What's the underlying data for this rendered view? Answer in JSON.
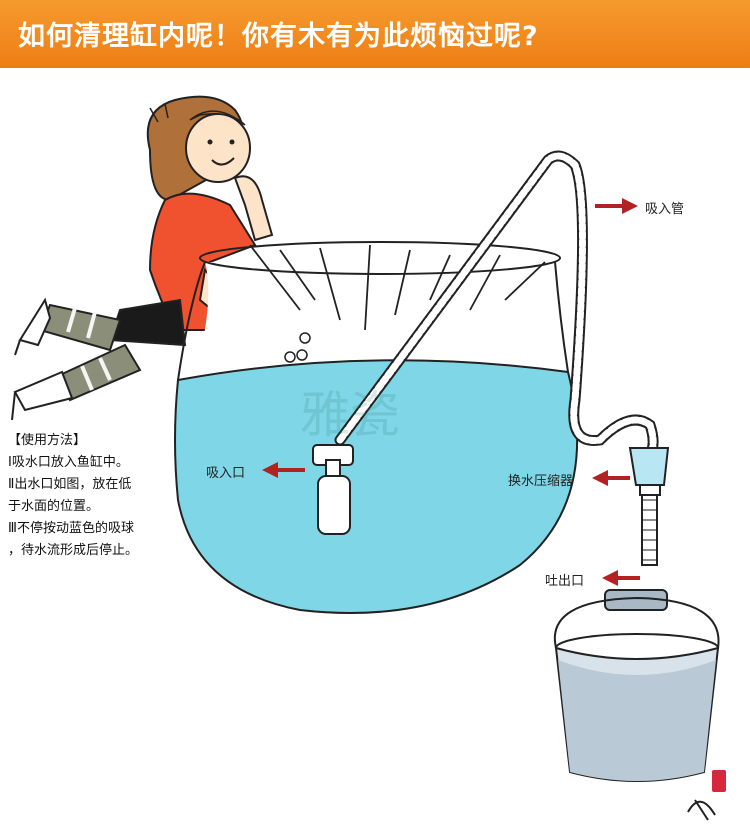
{
  "banner": {
    "title": "如何清理缸内呢！你有木有为此烦恼过呢?",
    "color": "#f08a1c"
  },
  "labels": {
    "intake_tube": "吸入管",
    "intake_port": "吸入口",
    "pressure_compressor": "换水压缩器",
    "outlet_port": "吐出口"
  },
  "instructions": {
    "heading": "【使用方法】",
    "steps": [
      "Ⅰ吸水口放入鱼缸中。",
      "Ⅱ出水口如图，放在低",
      "于水面的位置。",
      "Ⅲ不停按动蓝色的吸球",
      "，待水流形成后停止。"
    ]
  },
  "colors": {
    "water": "#7fd6e6",
    "arrow": "#b22222",
    "bucket": "#d8e2ea",
    "shirt": "#f0512e"
  },
  "icons": [
    "watermark-logo",
    "stamp-seal"
  ]
}
